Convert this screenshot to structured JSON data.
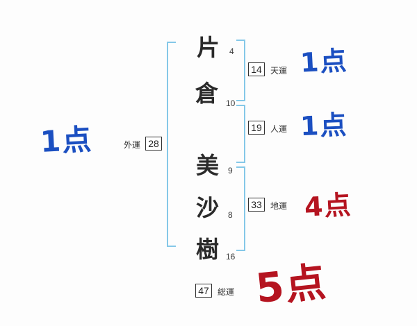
{
  "name": {
    "chars": [
      {
        "char": "片",
        "strokes": "4"
      },
      {
        "char": "倉",
        "strokes": "10"
      },
      {
        "char": "美",
        "strokes": "9"
      },
      {
        "char": "沙",
        "strokes": "8"
      },
      {
        "char": "樹",
        "strokes": "16"
      }
    ]
  },
  "fortunes": {
    "ten": {
      "label": "天運",
      "value": "14",
      "score": "1点"
    },
    "jin": {
      "label": "人運",
      "value": "19",
      "score": "1点"
    },
    "chi": {
      "label": "地運",
      "value": "33",
      "score": "4点"
    },
    "gai": {
      "label": "外運",
      "value": "28",
      "score": "1点"
    },
    "sou": {
      "label": "総運",
      "value": "47",
      "score": "5点"
    }
  },
  "colors": {
    "score_blue": "#1b4fc1",
    "score_red": "#b51420",
    "bracket_blue": "#85c8e8",
    "box_border": "#333333"
  }
}
